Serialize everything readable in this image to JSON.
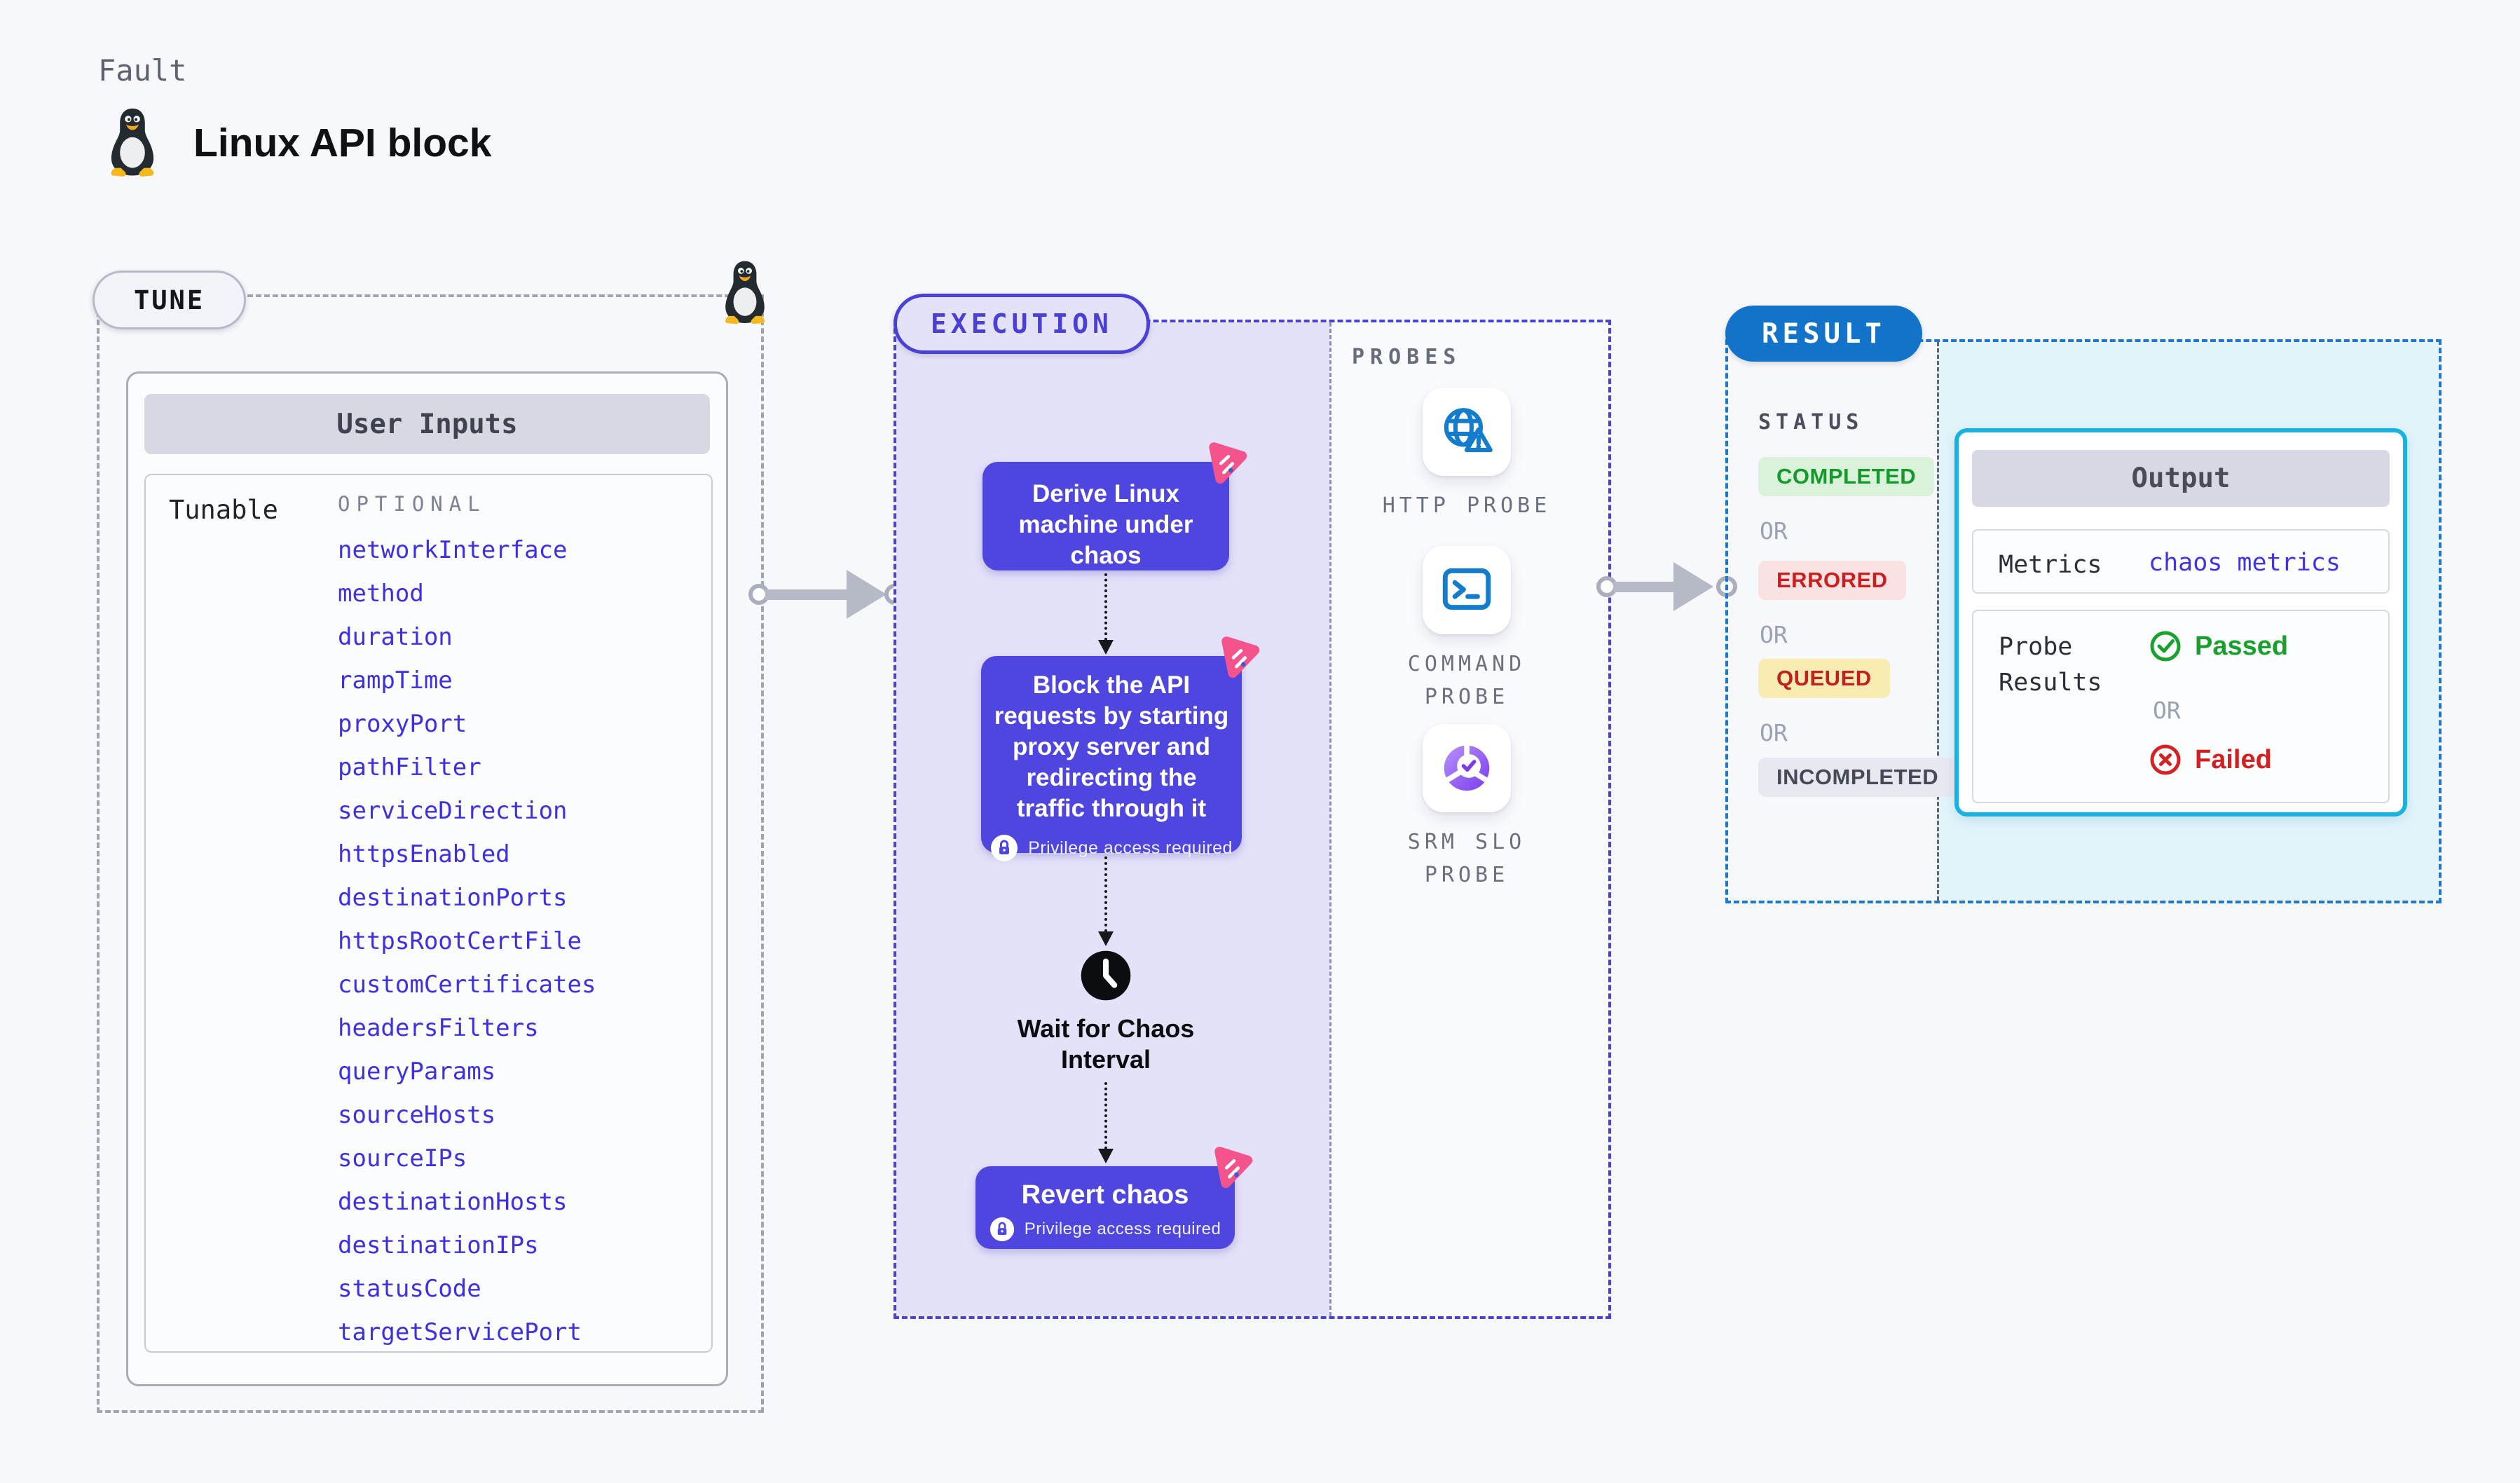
{
  "page": {
    "kicker": "Fault",
    "title": "Linux API block"
  },
  "tune": {
    "label": "TUNE",
    "table": {
      "header": "User Inputs",
      "row_label": "Tunable",
      "column_header": "OPTIONAL",
      "items": [
        "networkInterface",
        "method",
        "duration",
        "rampTime",
        "proxyPort",
        "pathFilter",
        "serviceDirection",
        "httpsEnabled",
        "destinationPorts",
        "httpsRootCertFile",
        "customCertificates",
        "headersFilters",
        "queryParams",
        "sourceHosts",
        "sourceIPs",
        "destinationHosts",
        "destinationIPs",
        "statusCode",
        "targetServicePort"
      ]
    }
  },
  "execution": {
    "label": "EXECUTION",
    "privilege_label": "Privilege access required",
    "steps": [
      {
        "text": "Derive Linux machine under chaos"
      },
      {
        "text": "Block the API requests by starting proxy server and redirecting the traffic through it"
      },
      {
        "text": "Wait for Chaos Interval"
      },
      {
        "text": "Revert chaos"
      }
    ]
  },
  "probes": {
    "label": "PROBES",
    "items": [
      {
        "name": "HTTP PROBE",
        "icon": "globe-alert-icon"
      },
      {
        "name": "COMMAND PROBE",
        "icon": "terminal-icon"
      },
      {
        "name": "SRM SLO PROBE",
        "icon": "slo-donut-icon"
      }
    ]
  },
  "result": {
    "label": "RESULT",
    "status": {
      "label": "STATUS",
      "or": "OR",
      "badges": [
        {
          "text": "COMPLETED",
          "style": "green"
        },
        {
          "text": "ERRORED",
          "style": "red"
        },
        {
          "text": "QUEUED",
          "style": "yellow"
        },
        {
          "text": "INCOMPLETED",
          "style": "gray"
        }
      ]
    },
    "output": {
      "header": "Output",
      "metrics_label": "Metrics",
      "metrics_value": "chaos metrics",
      "probe_results_label": "Probe Results",
      "passed": "Passed",
      "or": "OR",
      "failed": "Failed"
    }
  },
  "colors": {
    "indigo_step": "#4f46e0",
    "indigo_text": "#3e2fe2",
    "lavender_fill": "#e4e2f9",
    "pink_chaos": "#f4538c",
    "probe_blue": "#147ccc",
    "srm_purple": "#7a3bee",
    "result_blue": "#1273c9",
    "cyan_border": "#16b2e3",
    "cyan_fill": "#e3f3fa",
    "green_pass": "#17a12c",
    "red_fail": "#d32121",
    "queued_yellow_bg": "#f8ecb2",
    "completed_green_bg": "#d9f2d9",
    "errored_red_bg": "#fae2e2"
  }
}
